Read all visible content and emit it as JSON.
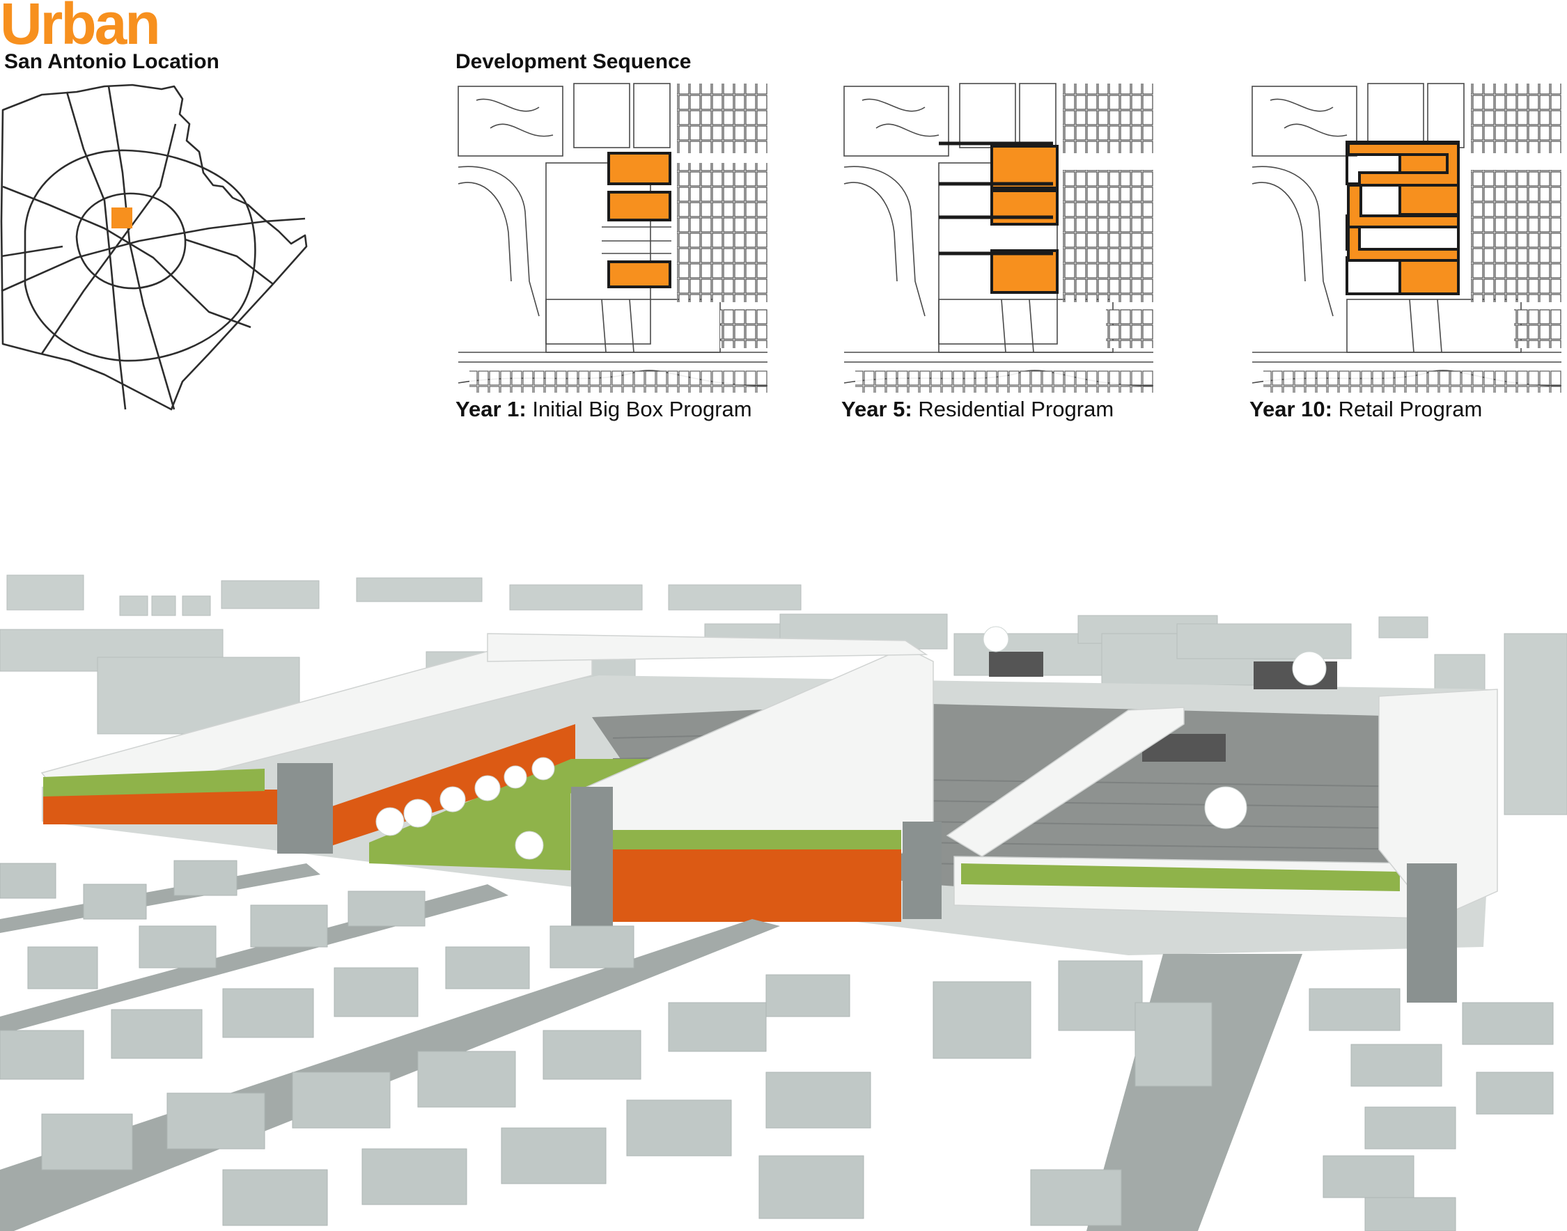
{
  "header": {
    "title": "Urban",
    "location_label": "San Antonio Location",
    "sequence_label": "Development Sequence"
  },
  "sequence": [
    {
      "year": "Year 1:",
      "program": "Initial Big Box Program"
    },
    {
      "year": "Year 5:",
      "program": "Residential Program"
    },
    {
      "year": "Year 10:",
      "program": "Retail Program"
    }
  ],
  "colors": {
    "accent": "#f7901e",
    "facade_orange": "#dc5a14",
    "massing_gray": "#bfc7c5",
    "parking_gray": "#8e9290",
    "roof_green": "#8fb34a",
    "building_white": "#f4f5f4"
  }
}
